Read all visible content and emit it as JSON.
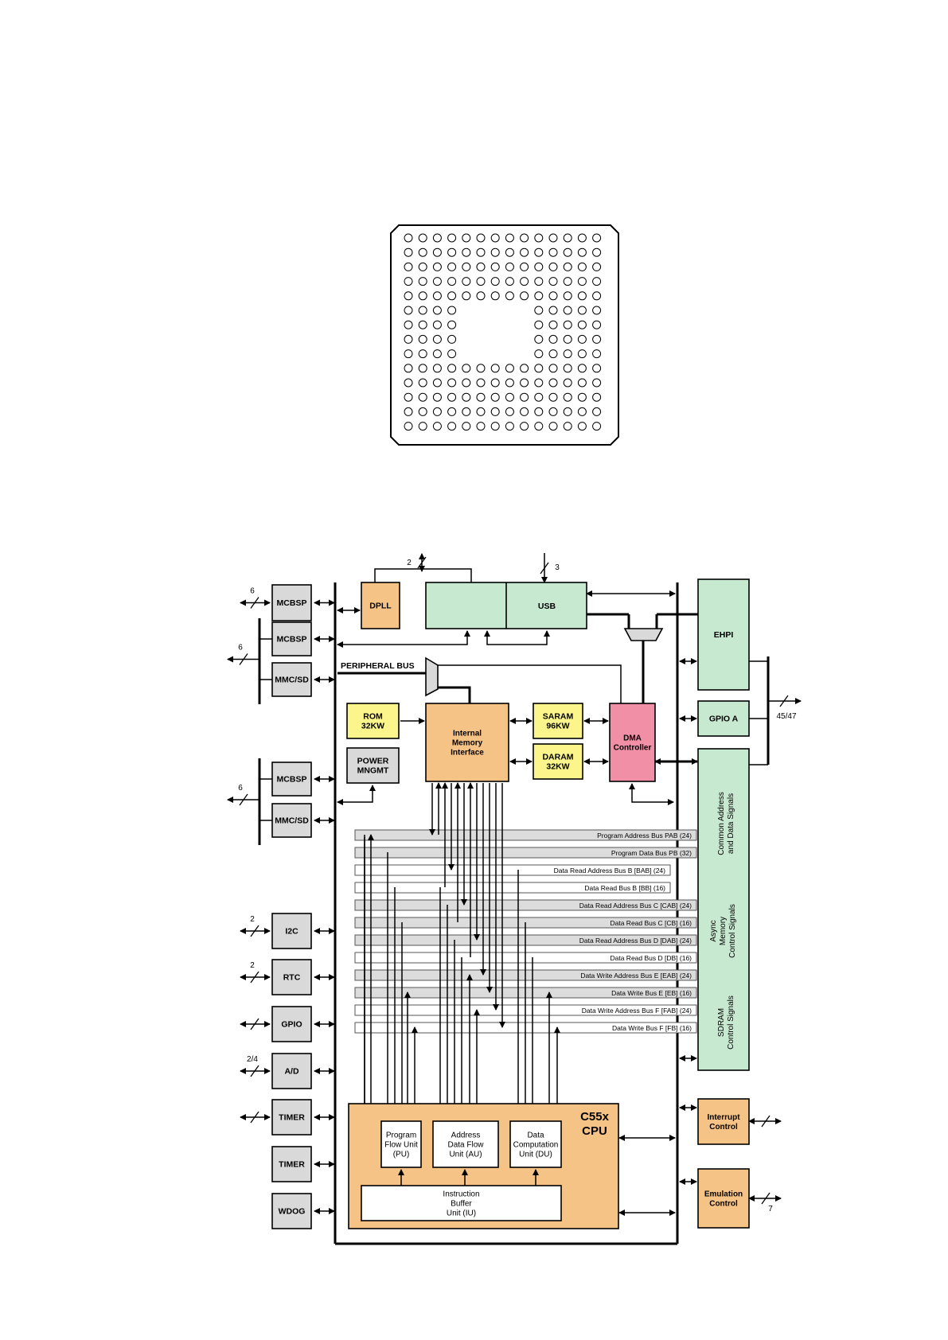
{
  "colors": {
    "gray": "#d9d9d9",
    "orange": "#f6c386",
    "green": "#c6e9cf",
    "yellow": "#fbf58b",
    "pink": "#f08fa6",
    "bus_gray": "#dcdcdc",
    "bus_white": "#ffffff"
  },
  "left_peripherals": [
    {
      "label": "MCBSP",
      "signal": "6"
    },
    {
      "label": "MCBSP",
      "signal": "6"
    },
    {
      "label": "MMC/SD",
      "signal": ""
    },
    {
      "label": "MCBSP",
      "signal": "6"
    },
    {
      "label": "MMC/SD",
      "signal": ""
    },
    {
      "label": "I2C",
      "signal": "2"
    },
    {
      "label": "RTC",
      "signal": "2"
    },
    {
      "label": "GPIO",
      "signal": ""
    },
    {
      "label": "A/D",
      "signal": "2/4"
    },
    {
      "label": "TIMER",
      "signal": ""
    },
    {
      "label": "TIMER",
      "signal": ""
    },
    {
      "label": "WDOG",
      "signal": ""
    }
  ],
  "top": {
    "dpll": "DPLL",
    "usb": "USB",
    "dpll_signal": "2",
    "usb_signal": "3",
    "peripheral_bus": "PERIPHERAL BUS"
  },
  "memory": {
    "rom": [
      "ROM",
      "32KW"
    ],
    "power": [
      "POWER",
      "MNGMT"
    ],
    "imi": [
      "Internal",
      "Memory",
      "Interface"
    ],
    "saram": [
      "SARAM",
      "96KW"
    ],
    "daram": [
      "DARAM",
      "32KW"
    ],
    "dma": [
      "DMA",
      "Controller"
    ]
  },
  "right": {
    "ehpi": "EHPI",
    "gpio_a": "GPIO A",
    "ext_signal": "45/47",
    "signals": [
      [
        "Common Address",
        "and Data  Signals"
      ],
      [
        "Async",
        "Memory",
        "Control Signals"
      ],
      [
        "SDRAM",
        "Control Signals"
      ]
    ],
    "interrupt": [
      "Interrupt",
      "Control"
    ],
    "emulation": [
      "Emulation",
      "Control"
    ],
    "emulation_signal": "7"
  },
  "buses": [
    {
      "label": "Program Address Bus PAB (24)",
      "shade": "gray"
    },
    {
      "label": "Program Data Bus PB (32)",
      "shade": "gray"
    },
    {
      "label": "Data Read Address Bus B [BAB] (24)",
      "shade": "white"
    },
    {
      "label": "Data Read Bus B [BB] (16)",
      "shade": "white"
    },
    {
      "label": "Data Read Address Bus C [CAB] (24)",
      "shade": "gray"
    },
    {
      "label": "Data Read Bus C [CB] (16)",
      "shade": "gray"
    },
    {
      "label": "Data Read Address Bus D [DAB] (24)",
      "shade": "gray"
    },
    {
      "label": "Data Read Bus D [DB] (16)",
      "shade": "white"
    },
    {
      "label": "Data Write Address Bus E [EAB] (24)",
      "shade": "gray"
    },
    {
      "label": "Data Write Bus E [EB] (16)",
      "shade": "gray"
    },
    {
      "label": "Data Write Address Bus F [FAB] (24)",
      "shade": "white"
    },
    {
      "label": "Data Write Bus F [FB] (16)",
      "shade": "white"
    }
  ],
  "cpu": {
    "title": [
      "C55x",
      "CPU"
    ],
    "pu": [
      "Program",
      "Flow Unit",
      "(PU)"
    ],
    "au": [
      "Address",
      "Data Flow",
      "Unit (AU)"
    ],
    "du": [
      "Data",
      "Computation",
      "Unit (DU)"
    ],
    "iu": [
      "Instruction",
      "Buffer",
      "Unit (IU)"
    ]
  }
}
